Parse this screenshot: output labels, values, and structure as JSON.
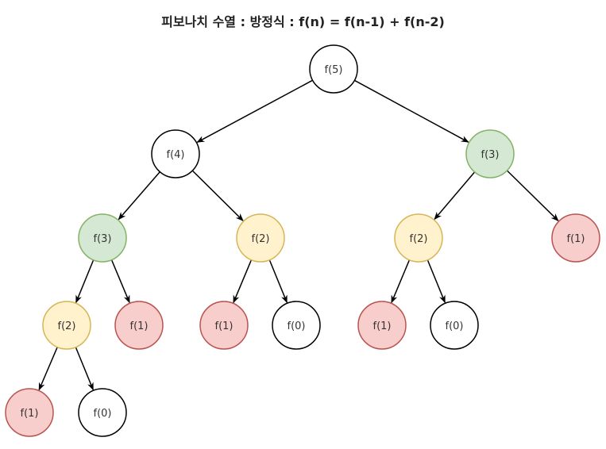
{
  "title": "피보나치 수열 :  방정식 : f(n) = f(n-1) + f(n-2)",
  "colors": {
    "white_fill": "#ffffff",
    "white_stroke": "#000000",
    "green_fill": "#d5e8d4",
    "green_stroke": "#82b366",
    "yellow_fill": "#fff2cc",
    "yellow_stroke": "#d6b656",
    "red_fill": "#f8cecc",
    "red_stroke": "#b85450"
  },
  "nodes": [
    {
      "id": "n5",
      "label": "f(5)",
      "color": "white"
    },
    {
      "id": "n4",
      "label": "f(4)",
      "color": "white"
    },
    {
      "id": "n3r",
      "label": "f(3)",
      "color": "green"
    },
    {
      "id": "n3l",
      "label": "f(3)",
      "color": "green"
    },
    {
      "id": "n2a",
      "label": "f(2)",
      "color": "yellow"
    },
    {
      "id": "n2r",
      "label": "f(2)",
      "color": "yellow"
    },
    {
      "id": "n1r",
      "label": "f(1)",
      "color": "red"
    },
    {
      "id": "n2b",
      "label": "f(2)",
      "color": "yellow"
    },
    {
      "id": "n1a",
      "label": "f(1)",
      "color": "red"
    },
    {
      "id": "n1b",
      "label": "f(1)",
      "color": "red"
    },
    {
      "id": "n0a",
      "label": "f(0)",
      "color": "white"
    },
    {
      "id": "n1c",
      "label": "f(1)",
      "color": "red"
    },
    {
      "id": "n0b",
      "label": "f(0)",
      "color": "white"
    },
    {
      "id": "n1d",
      "label": "f(1)",
      "color": "red"
    },
    {
      "id": "n0c",
      "label": "f(0)",
      "color": "white"
    }
  ],
  "edges": [
    {
      "from": "n5",
      "to": "n4"
    },
    {
      "from": "n5",
      "to": "n3r"
    },
    {
      "from": "n4",
      "to": "n3l"
    },
    {
      "from": "n4",
      "to": "n2a"
    },
    {
      "from": "n3r",
      "to": "n2r"
    },
    {
      "from": "n3r",
      "to": "n1r"
    },
    {
      "from": "n3l",
      "to": "n2b"
    },
    {
      "from": "n3l",
      "to": "n1a"
    },
    {
      "from": "n2a",
      "to": "n1b"
    },
    {
      "from": "n2a",
      "to": "n0a"
    },
    {
      "from": "n2r",
      "to": "n1c"
    },
    {
      "from": "n2r",
      "to": "n0b"
    },
    {
      "from": "n2b",
      "to": "n1d"
    },
    {
      "from": "n2b",
      "to": "n0c"
    }
  ]
}
